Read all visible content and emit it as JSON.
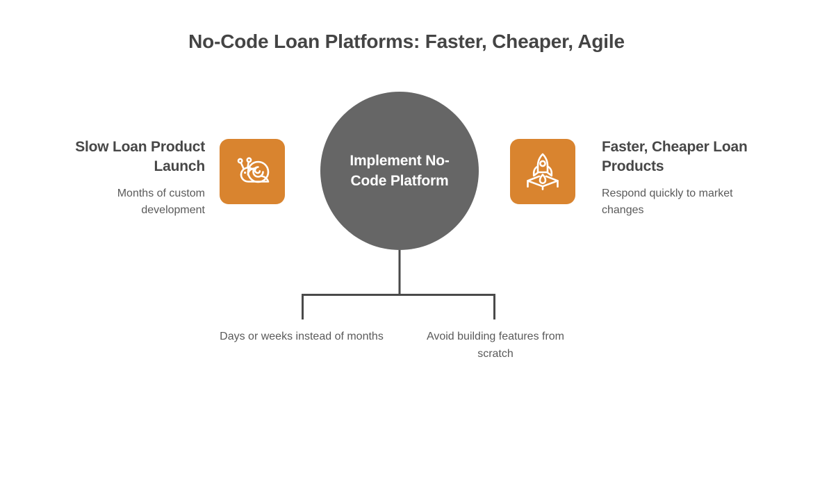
{
  "title": "No-Code Loan Platforms: Faster, Cheaper, Agile",
  "center": {
    "label": "Implement No-Code Platform",
    "color": "#666666",
    "text_color": "#ffffff"
  },
  "branches": [
    {
      "side": "left",
      "heading": "Slow Loan Product Launch",
      "body": "Months of custom development",
      "icon": "snail-icon",
      "icon_tile_color": "#d9842f"
    },
    {
      "side": "right",
      "heading": "Faster, Cheaper Loan Products",
      "body": "Respond quickly to market changes",
      "icon": "rocket-launch-icon",
      "icon_tile_color": "#d9842f"
    }
  ],
  "leaves": [
    {
      "label": "Days or weeks instead of months"
    },
    {
      "label": "Avoid building features from scratch"
    }
  ],
  "colors": {
    "accent": "#d9842f",
    "node": "#666666",
    "heading_text": "#474747",
    "body_text": "#5a5a5a",
    "connector": "#4a4a4a",
    "background": "#ffffff"
  }
}
